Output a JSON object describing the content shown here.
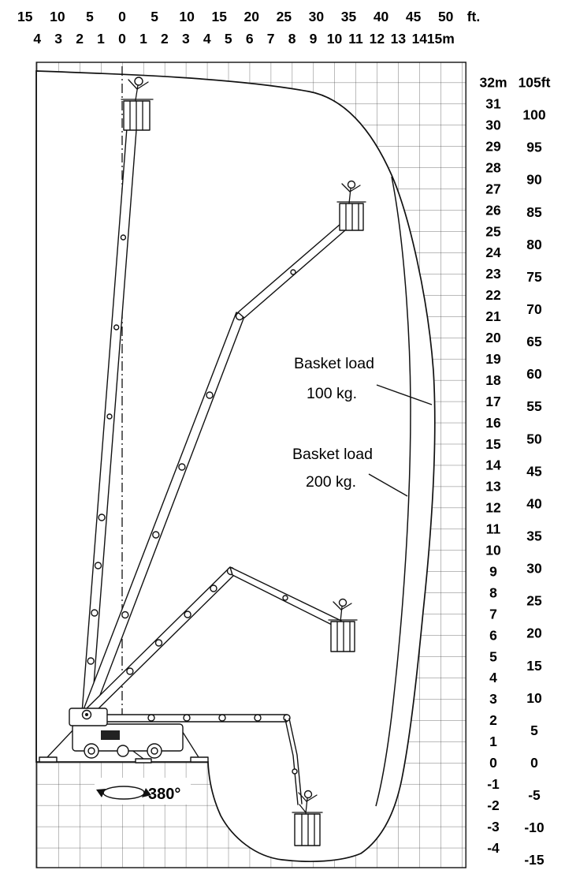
{
  "diagram": {
    "type": "working-envelope"
  },
  "axes": {
    "top_feet": {
      "ticks": [
        "15",
        "10",
        "5",
        "0",
        "5",
        "10",
        "15",
        "20",
        "25",
        "30",
        "35",
        "40",
        "45",
        "50"
      ],
      "unit": "ft."
    },
    "top_meters": {
      "ticks": [
        "4",
        "3",
        "2",
        "1",
        "0",
        "1",
        "2",
        "3",
        "4",
        "5",
        "6",
        "7",
        "8",
        "9",
        "10",
        "11",
        "12",
        "13",
        "14",
        "15m"
      ]
    },
    "right_meters": {
      "ticks": [
        "32m",
        "31",
        "30",
        "29",
        "28",
        "27",
        "26",
        "25",
        "24",
        "23",
        "22",
        "21",
        "20",
        "19",
        "18",
        "17",
        "16",
        "15",
        "14",
        "13",
        "12",
        "11",
        "10",
        "9",
        "8",
        "7",
        "6",
        "5",
        "4",
        "3",
        "2",
        "1",
        "0",
        "-1",
        "-2",
        "-3",
        "-4"
      ]
    },
    "right_feet": {
      "ticks": [
        "105ft",
        "100",
        "95",
        "90",
        "85",
        "80",
        "75",
        "70",
        "65",
        "60",
        "55",
        "50",
        "45",
        "40",
        "35",
        "30",
        "25",
        "20",
        "15",
        "10",
        "5",
        "0",
        "-5",
        "-10",
        "-15"
      ]
    }
  },
  "annotations": {
    "basket_load_100_line1": "Basket load",
    "basket_load_100_line2": "100 kg.",
    "basket_load_200_line1": "Basket load",
    "basket_load_200_line2": "200 kg.",
    "rotation": "380°"
  }
}
